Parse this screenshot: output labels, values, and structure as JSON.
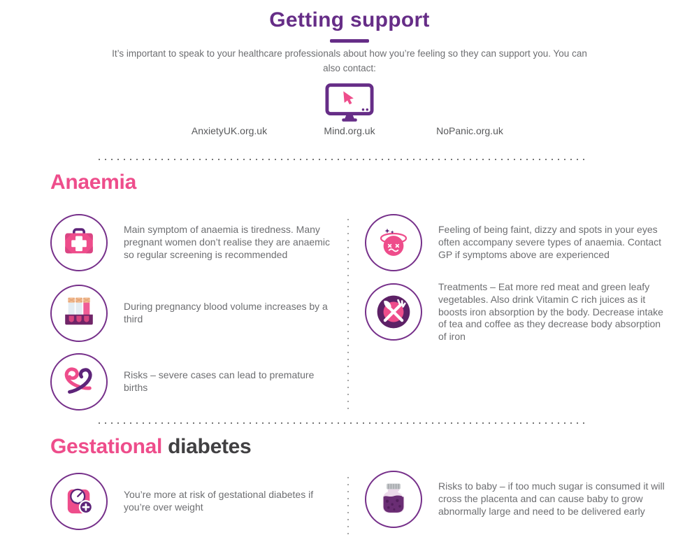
{
  "header": {
    "title": "Getting support",
    "subtitle": "It’s important to speak to your healthcare professionals about how you’re feeling so they can support you. You can also contact:",
    "contact_icon": "monitor-cursor-icon",
    "contacts": [
      {
        "label": "AnxietyUK.org.uk"
      },
      {
        "label": "Mind.org.uk"
      },
      {
        "label": "NoPanic.org.uk"
      }
    ]
  },
  "anaemia": {
    "heading": "Anaemia",
    "left_items": [
      {
        "icon": "first-aid-kit-icon",
        "text": "Main symptom of anaemia is tiredness. Many pregnant women don’t realise they are anaemic so regular screening is recommended"
      },
      {
        "icon": "test-tubes-icon",
        "text": "During pregnancy blood volume increases by a third"
      },
      {
        "icon": "heart-ribbon-icon",
        "text": "Risks – severe cases can lead to premature births"
      }
    ],
    "right_items": [
      {
        "icon": "dizzy-face-icon",
        "text": "Feeling of being faint, dizzy and spots in your eyes often accompany severe types of anaemia. Contact GP if symptoms above are experienced"
      },
      {
        "icon": "cutlery-plate-icon",
        "text": "Treatments – Eat more red meat and green leafy vegetables. Also drink Vitamin C rich juices as it boosts iron absorption by the body. Decrease intake of tea and coffee as they decrease body absorption of iron"
      }
    ]
  },
  "gestational": {
    "heading_accent": "Gestational",
    "heading_rest": " diabetes",
    "left_items": [
      {
        "icon": "weighing-scale-icon",
        "text": "You’re more at risk of gestational diabetes if you’re over weight"
      }
    ],
    "right_items": [
      {
        "icon": "jam-jar-icon",
        "text": "Risks to baby – if too much sugar is consumed it will cross the placenta and can cause baby to grow abnormally large and need to be delivered early"
      }
    ]
  },
  "colors": {
    "purple": "#662d87",
    "dark_purple": "#5d2166",
    "pink": "#ee4d8b",
    "body_text": "#6d6e71",
    "heading_dark": "#414042",
    "circle_outline": "#76308a",
    "dot_gray": "#767676"
  }
}
